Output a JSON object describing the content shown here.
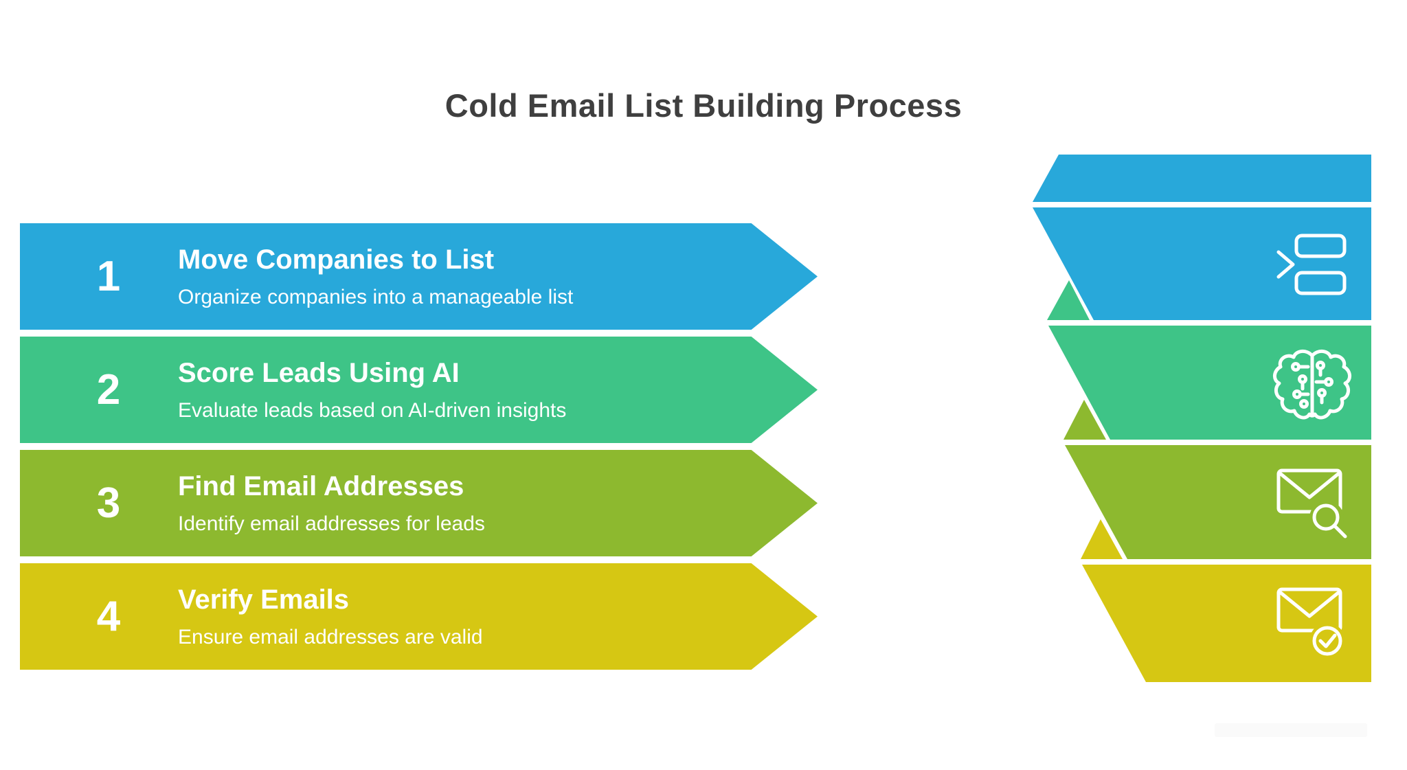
{
  "title": "Cold Email List Building Process",
  "colors": {
    "background": "#FFFFFF",
    "title_text": "#3F3F3F",
    "step_text": "#FFFFFF",
    "icon_stroke": "#FFFFFF",
    "step1_blue": "#28A8DA",
    "step2_green": "#3EC487",
    "step3_olive": "#8DB92F",
    "step4_yellow": "#D6C713",
    "watermark": "#FAFAFA"
  },
  "steps": [
    {
      "number": "1",
      "title": "Move Companies to List",
      "subtitle": "Organize companies into a manageable list",
      "color": "#28A8DA",
      "icon": "move-to-list-icon"
    },
    {
      "number": "2",
      "title": "Score Leads Using AI",
      "subtitle": "Evaluate leads based on AI-driven insights",
      "color": "#3EC487",
      "icon": "ai-brain-icon"
    },
    {
      "number": "3",
      "title": "Find Email Addresses",
      "subtitle": "Identify email addresses for leads",
      "color": "#8DB92F",
      "icon": "email-search-icon"
    },
    {
      "number": "4",
      "title": "Verify Emails",
      "subtitle": "Ensure email addresses are valid",
      "color": "#D6C713",
      "icon": "email-verified-icon"
    }
  ]
}
